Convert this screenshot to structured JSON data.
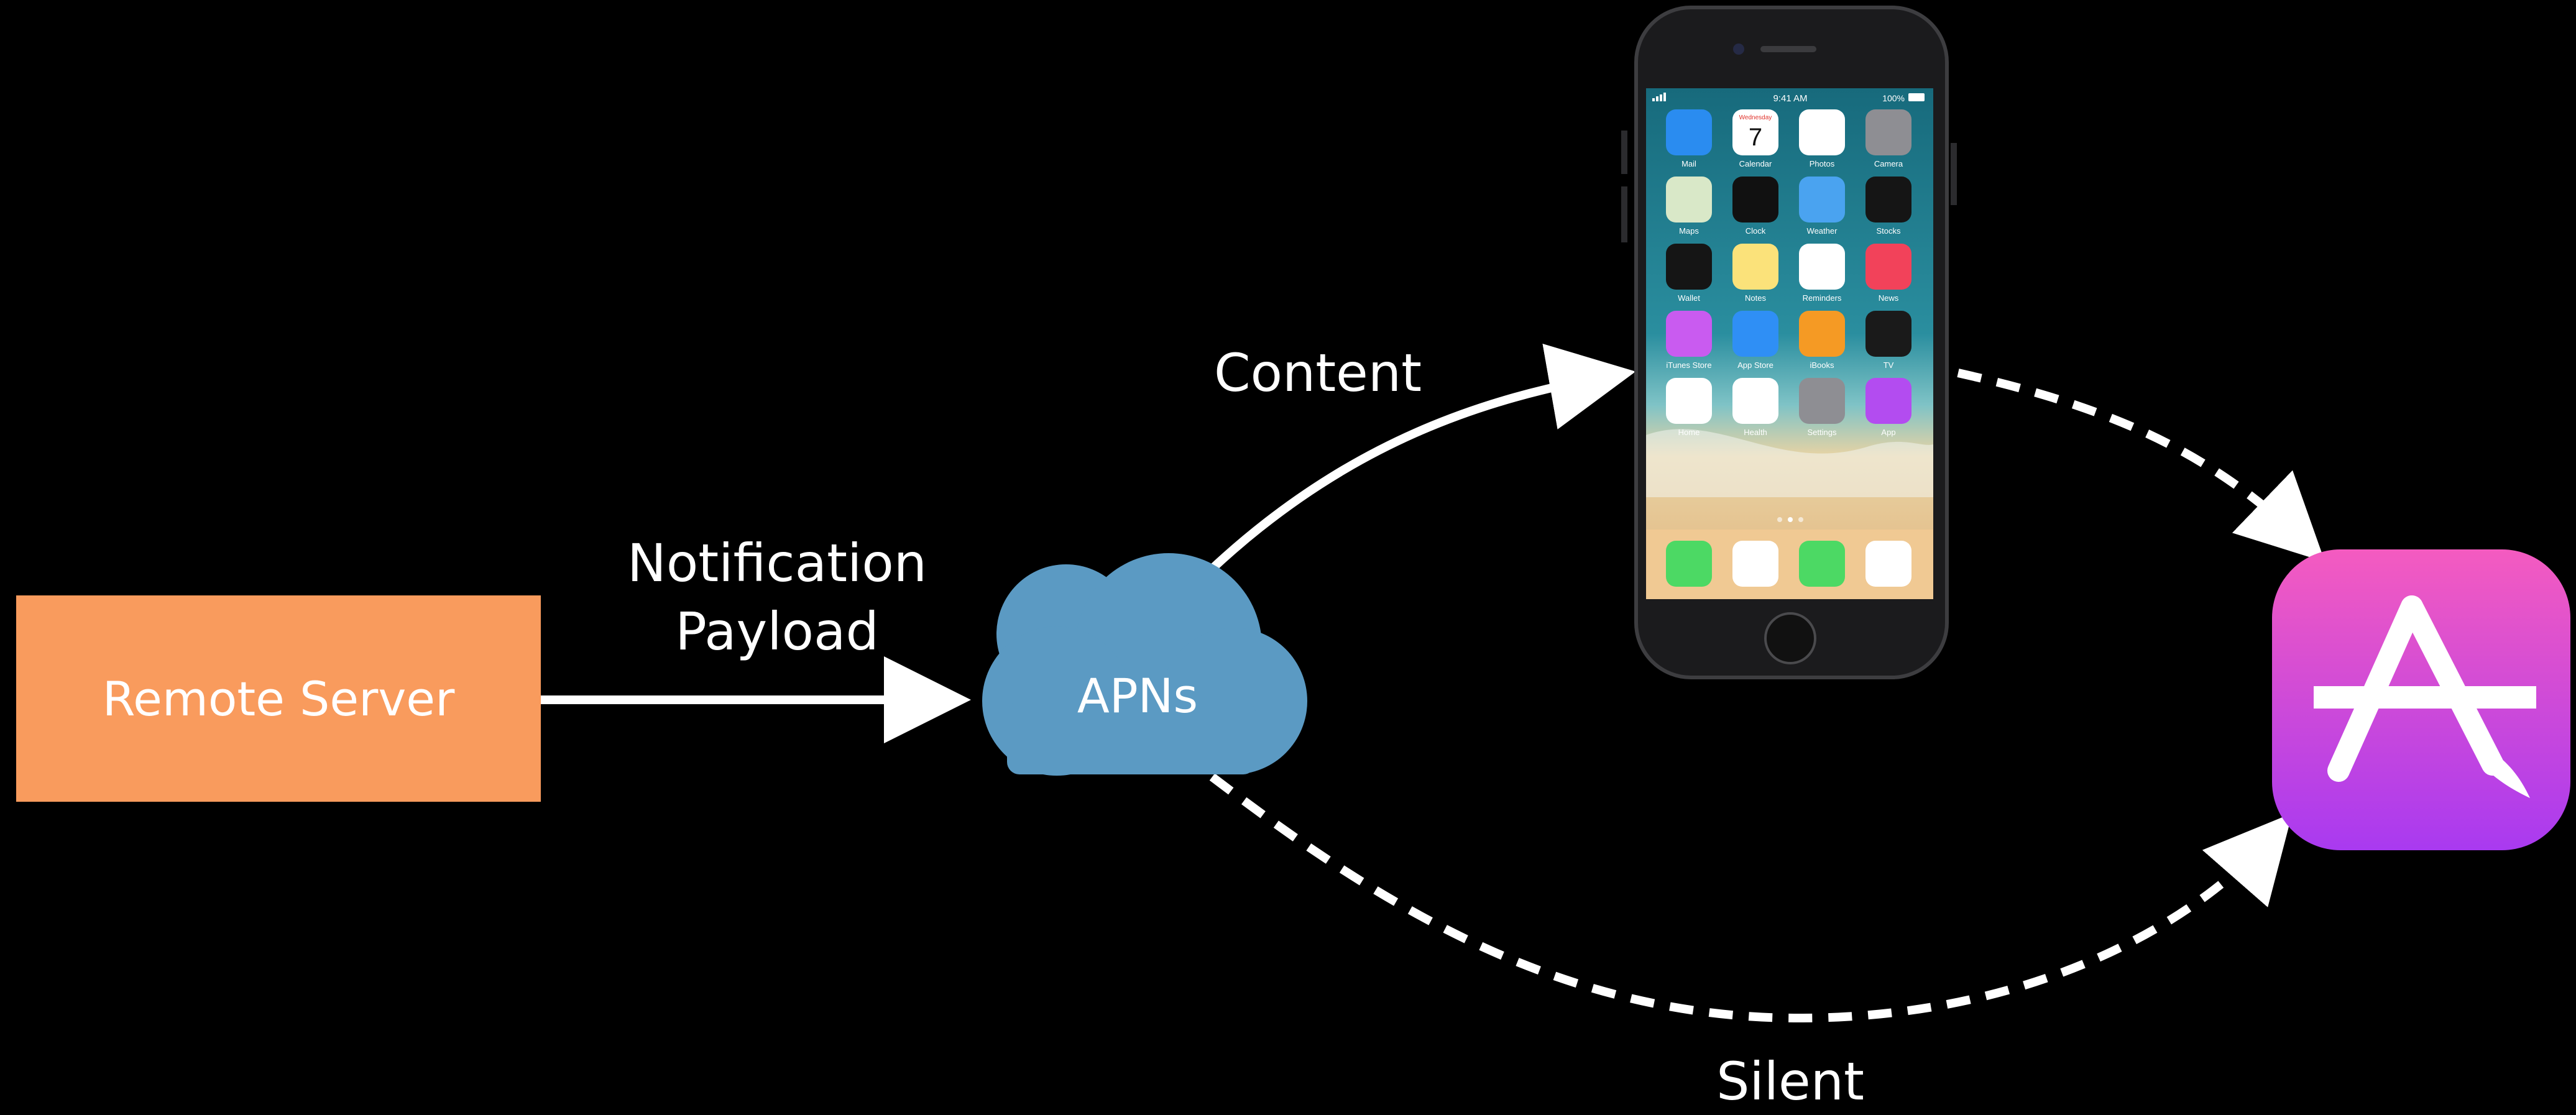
{
  "nodes": {
    "server": "Remote Server",
    "apns": "APNs"
  },
  "edges": {
    "payload_line1": "Notification",
    "payload_line2": "Payload",
    "content": "Content",
    "silent": "Silent"
  },
  "phone": {
    "status_time": "9:41 AM",
    "status_battery": "100%",
    "calendar_weekday": "Wednesday",
    "calendar_day": "7",
    "apps": [
      {
        "label": "Mail",
        "icon": "mail-icon",
        "color": "#2a8cf0"
      },
      {
        "label": "Calendar",
        "icon": "calendar-icon",
        "color": "#ffffff"
      },
      {
        "label": "Photos",
        "icon": "photos-icon",
        "color": "#ffffff"
      },
      {
        "label": "Camera",
        "icon": "camera-icon",
        "color": "#8e8e93"
      },
      {
        "label": "Maps",
        "icon": "maps-icon",
        "color": "#d9e8c8"
      },
      {
        "label": "Clock",
        "icon": "clock-icon",
        "color": "#111111"
      },
      {
        "label": "Weather",
        "icon": "weather-icon",
        "color": "#4aa3f0"
      },
      {
        "label": "Stocks",
        "icon": "stocks-icon",
        "color": "#151515"
      },
      {
        "label": "Wallet",
        "icon": "wallet-icon",
        "color": "#151515"
      },
      {
        "label": "Notes",
        "icon": "notes-icon",
        "color": "#fbe27a"
      },
      {
        "label": "Reminders",
        "icon": "reminders-icon",
        "color": "#ffffff"
      },
      {
        "label": "News",
        "icon": "news-icon",
        "color": "#f2425a"
      },
      {
        "label": "iTunes Store",
        "icon": "itunes-store-icon",
        "color": "#c95bf0"
      },
      {
        "label": "App Store",
        "icon": "app-store-icon",
        "color": "#2f8ff5"
      },
      {
        "label": "iBooks",
        "icon": "ibooks-icon",
        "color": "#f59a24"
      },
      {
        "label": "TV",
        "icon": "tv-icon",
        "color": "#1a1a1a"
      },
      {
        "label": "Home",
        "icon": "home-icon",
        "color": "#ffffff"
      },
      {
        "label": "Health",
        "icon": "health-icon",
        "color": "#ffffff"
      },
      {
        "label": "Settings",
        "icon": "settings-icon",
        "color": "#8e8e93"
      },
      {
        "label": "App",
        "icon": "app-icon",
        "color": "#b34cf0"
      }
    ],
    "dock": [
      {
        "icon": "phone-icon",
        "color": "#4cd964"
      },
      {
        "icon": "safari-icon",
        "color": "#ffffff"
      },
      {
        "icon": "messages-icon",
        "color": "#4cd964"
      },
      {
        "icon": "music-icon",
        "color": "#ffffff"
      }
    ]
  },
  "colors": {
    "server": "#f99b5d",
    "cloud": "#5b9ac3",
    "app_top": "#f45bc0",
    "app_bottom": "#a93af0",
    "arrow": "#ffffff"
  },
  "app_icon": "app-store-icon"
}
